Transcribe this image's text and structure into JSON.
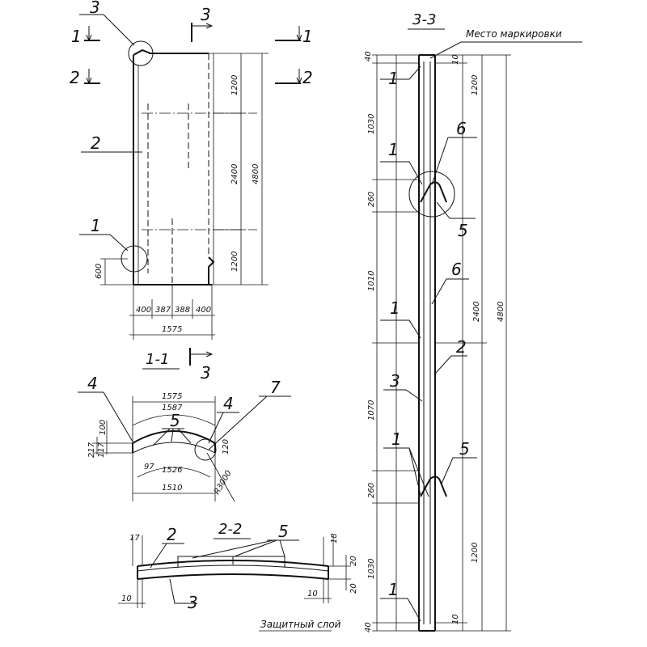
{
  "plan": {
    "cut_labels": {
      "c11": "1",
      "c12": "1",
      "c21": "2",
      "c22": "2",
      "c3": "3"
    },
    "leaders": {
      "l3": "3",
      "l2": "2",
      "l1": "1"
    },
    "dims_vertical": {
      "d1200a": "1200",
      "d2400": "2400",
      "d4800": "4800",
      "d1200b": "1200",
      "d600": "600"
    },
    "dims_horizontal": {
      "d400a": "400",
      "d387": "387",
      "d388": "388",
      "d400b": "400",
      "d1575": "1575"
    }
  },
  "section11": {
    "title": "1-1",
    "cut_label": "3",
    "leaders": {
      "l4a": "4",
      "l5": "5",
      "l4b": "4",
      "l7": "7"
    },
    "dims": {
      "d1575": "1575",
      "d1587": "1587",
      "d100": "100",
      "d217": "217",
      "d117": "117",
      "d97": "97",
      "d1526": "1526",
      "d1510": "1510",
      "d120": "120",
      "r3000": "R3000"
    }
  },
  "section22": {
    "title": "2-2",
    "leaders": {
      "l2": "2",
      "l5": "5",
      "l3": "3"
    },
    "dims": {
      "d17": "17",
      "d18": "18",
      "d20a": "20",
      "d20b": "20",
      "d10a": "10",
      "d10b": "10"
    },
    "protective_layer": "Защитный слой"
  },
  "section33": {
    "title": "3-3",
    "marking_place": "Место маркировки",
    "leaders": {
      "l1a": "1",
      "l6a": "6",
      "l1b": "1",
      "l5a": "5",
      "l6b": "6",
      "l1c": "1",
      "l2": "2",
      "l3": "3",
      "l1d": "1",
      "l5b": "5",
      "l1e": "1"
    },
    "dims_left": {
      "d40a": "40",
      "d1030a": "1030",
      "d260a": "260",
      "d1010": "1010",
      "d1070": "1070",
      "d260b": "260",
      "d1030b": "1030",
      "d40b": "40"
    },
    "dims_right": {
      "d10a": "10",
      "d1200a": "1200",
      "d2400": "2400",
      "d4800": "4800",
      "d1200b": "1200",
      "d10b": "10"
    }
  }
}
